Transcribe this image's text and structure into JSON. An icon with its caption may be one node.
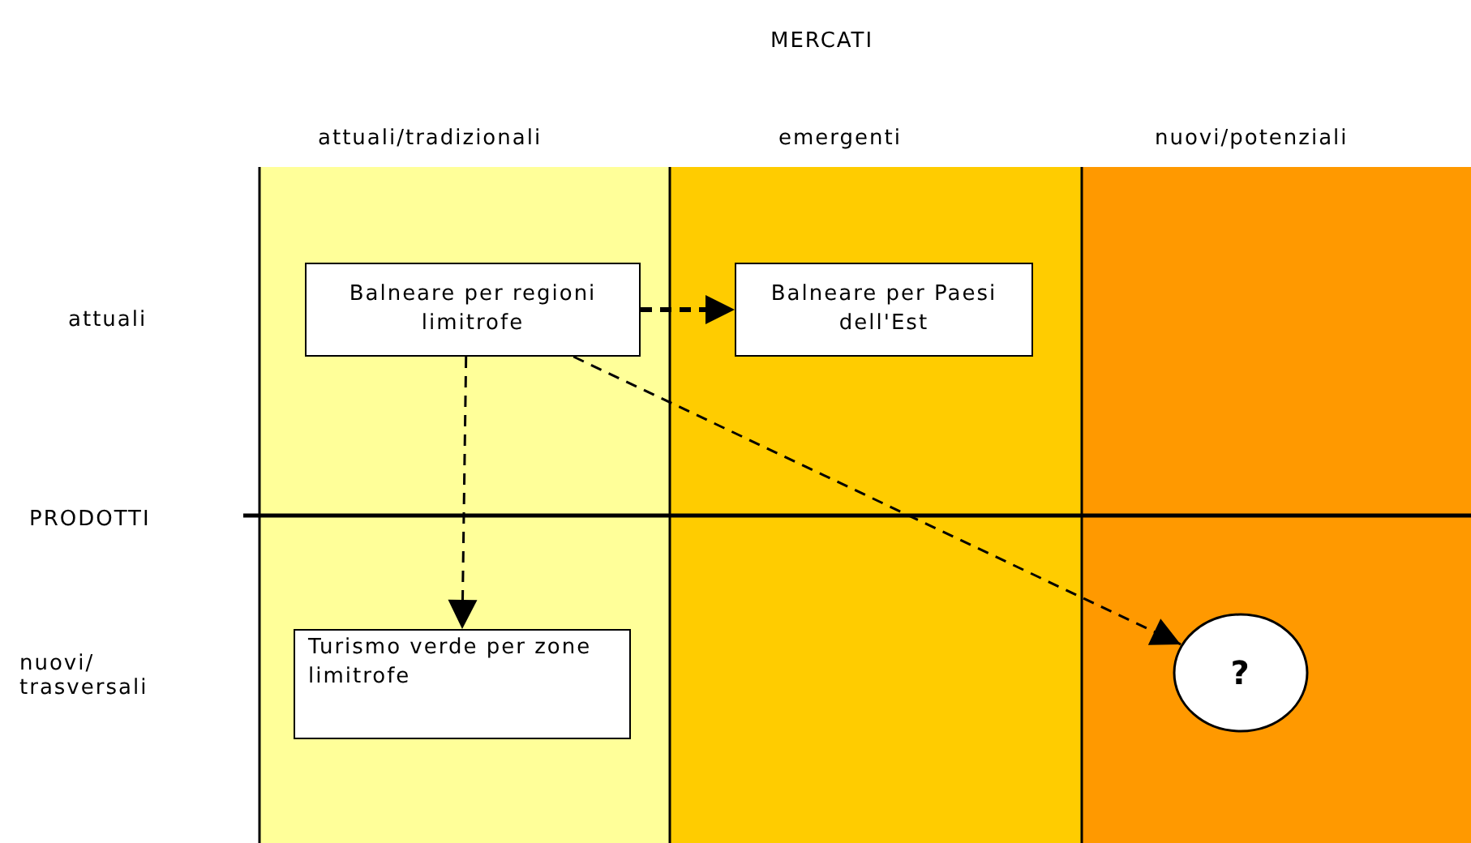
{
  "diagram": {
    "nodes": [
      {
        "text": [
          "Balneare per regioni limitrofe"
        ]
      },
      {
        "text": [
          "Balneare per Paesi dell'Est"
        ]
      },
      {
        "text": [
          "Turismo verde per zone limitrofe"
        ]
      },
      {
        "text": [
          "?"
        ]
      }
    ],
    "edges": [
      {
        "from": 0,
        "to": 1,
        "arrow": "to",
        "style": "dashed"
      },
      {
        "from": 0,
        "to": 2,
        "arrow": "to",
        "style": "dashed"
      },
      {
        "from": 0,
        "to": 3,
        "arrow": "to",
        "style": "dashed"
      }
    ],
    "labels": [
      "MERCATI",
      "attuali/tradizionali",
      "emergenti",
      "nuovi/potenziali",
      "attuali",
      "PRODOTTI",
      "nuovi/ trasversali"
    ]
  }
}
